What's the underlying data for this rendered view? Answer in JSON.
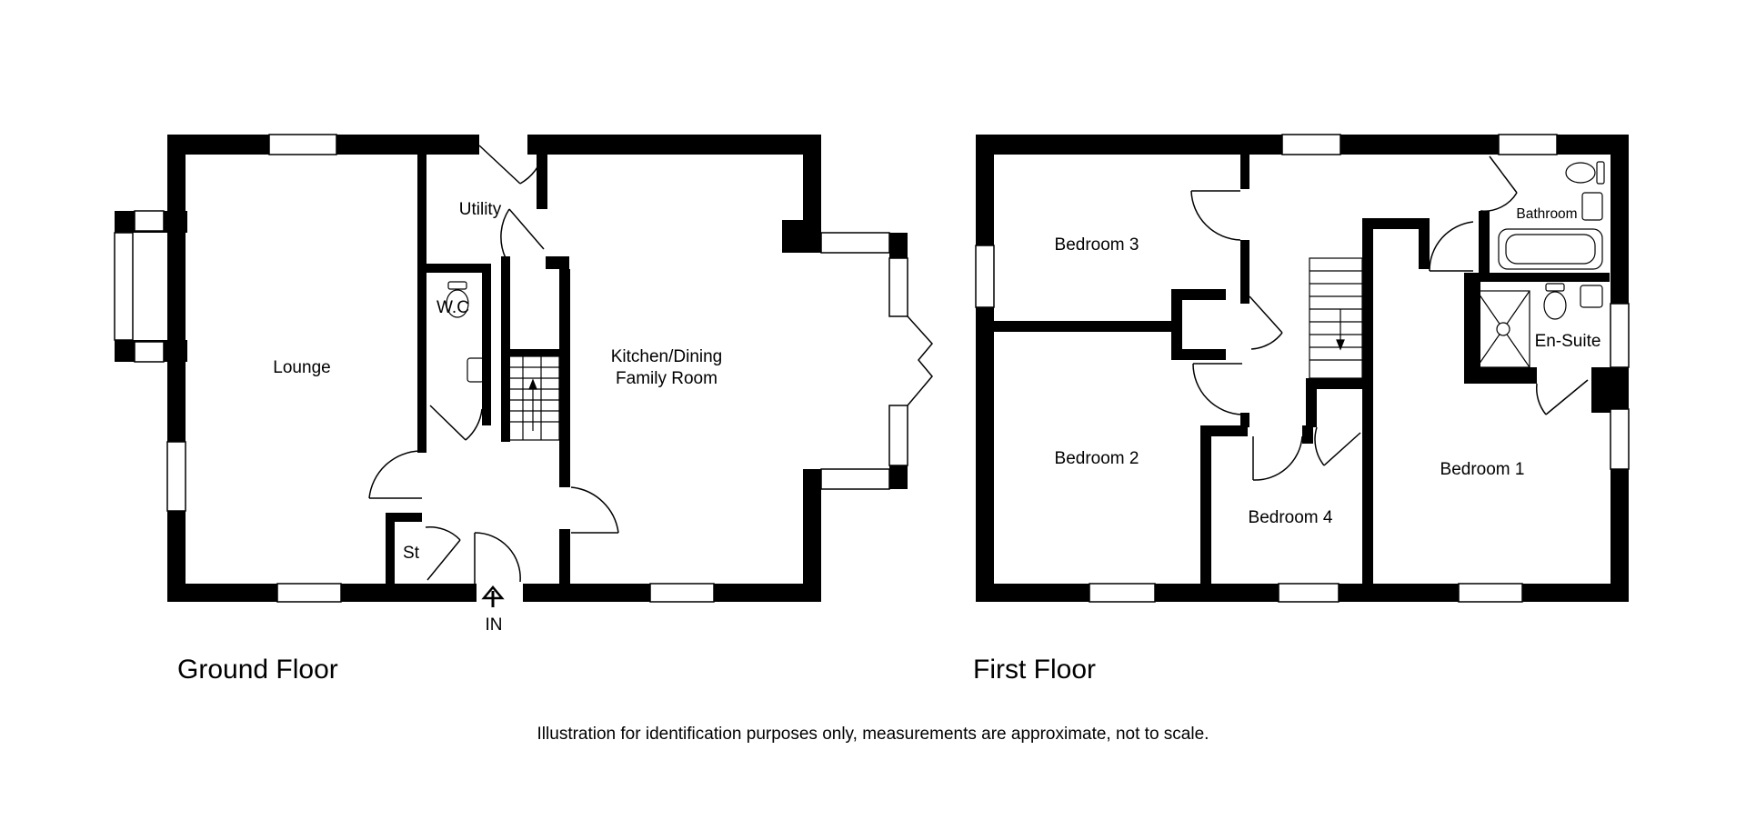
{
  "ground_floor": {
    "title": "Ground Floor",
    "rooms": {
      "lounge": "Lounge",
      "utility": "Utility",
      "wc": "W.C",
      "kitchen_line1": "Kitchen/Dining",
      "kitchen_line2": "Family Room",
      "store": "St"
    },
    "entrance": "IN"
  },
  "first_floor": {
    "title": "First Floor",
    "rooms": {
      "bedroom1": "Bedroom 1",
      "bedroom2": "Bedroom 2",
      "bedroom3": "Bedroom 3",
      "bedroom4": "Bedroom 4",
      "bathroom": "Bathroom",
      "ensuite": "En-Suite"
    }
  },
  "disclaimer": "Illustration for identification purposes only, measurements are approximate, not to scale.",
  "colors": {
    "wall": "#000000",
    "background": "#ffffff",
    "window": "#ffffff"
  }
}
